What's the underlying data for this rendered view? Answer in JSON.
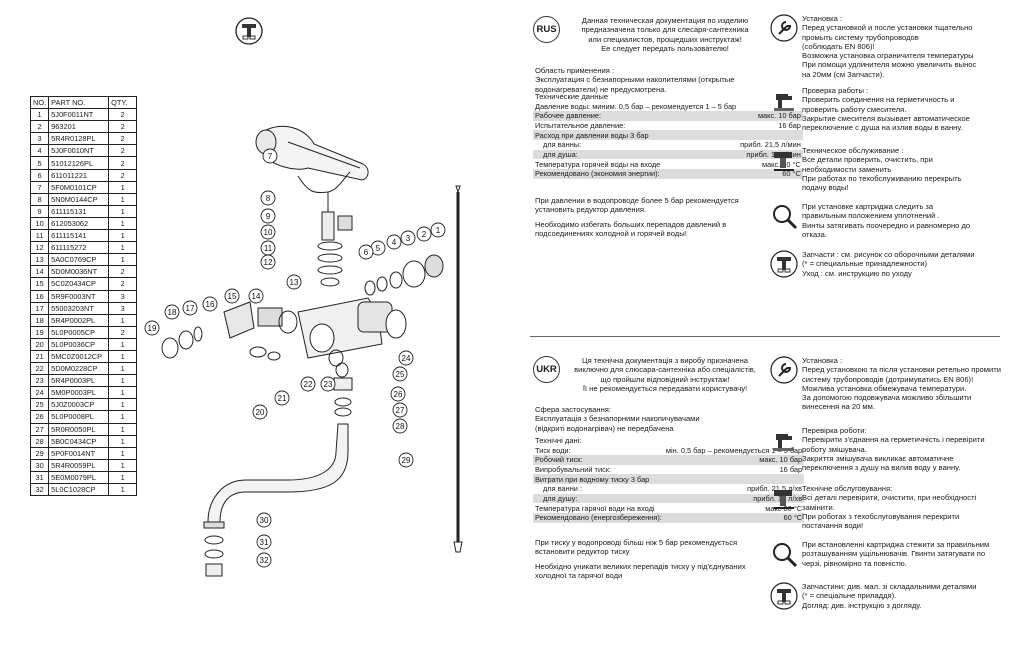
{
  "parts_table": {
    "headers": [
      "NO.",
      "PART NO.",
      "QTY."
    ],
    "rows": [
      [
        "1",
        "5J0F0011NT",
        "2"
      ],
      [
        "2",
        "963201",
        "2"
      ],
      [
        "3",
        "5R4R0128PL",
        "2"
      ],
      [
        "4",
        "5J0F0010NT",
        "2"
      ],
      [
        "5",
        "51012126PL",
        "2"
      ],
      [
        "6",
        "611011221",
        "2"
      ],
      [
        "7",
        "5F0M0101CP",
        "1"
      ],
      [
        "8",
        "5N0M0144CP",
        "1"
      ],
      [
        "9",
        "611115131",
        "1"
      ],
      [
        "10",
        "612053062",
        "1"
      ],
      [
        "11",
        "611115141",
        "1"
      ],
      [
        "12",
        "611115272",
        "1"
      ],
      [
        "13",
        "5A0C0769CP",
        "1"
      ],
      [
        "14",
        "5D0M0036NT",
        "2"
      ],
      [
        "15",
        "5C0Z0434CP",
        "2"
      ],
      [
        "16",
        "5R9F0003NT",
        "3"
      ],
      [
        "17",
        "55003203NT",
        "3"
      ],
      [
        "18",
        "5R4P0002PL",
        "1"
      ],
      [
        "19",
        "5L0P0005CP",
        "2"
      ],
      [
        "20",
        "5L0P0036CP",
        "1"
      ],
      [
        "21",
        "5MC0Z0012CP",
        "1"
      ],
      [
        "22",
        "5D0M0228CP",
        "1"
      ],
      [
        "23",
        "5R4P0003PL",
        "1"
      ],
      [
        "24",
        "5M0P0003PL",
        "1"
      ],
      [
        "25",
        "5J0Z0003CP",
        "1"
      ],
      [
        "26",
        "5L0P0008PL",
        "1"
      ],
      [
        "27",
        "5R0R0050PL",
        "1"
      ],
      [
        "28",
        "5B0C0434CP",
        "1"
      ],
      [
        "29",
        "5P0F0014NT",
        "1"
      ],
      [
        "30",
        "5R4R0059PL",
        "1"
      ],
      [
        "31",
        "5E0M0079PL",
        "1"
      ],
      [
        "32",
        "5L0C1028CP",
        "1"
      ]
    ]
  },
  "diagram_labels": [
    "1",
    "2",
    "3",
    "4",
    "5",
    "6",
    "7",
    "8",
    "9",
    "10",
    "11",
    "12",
    "13",
    "14",
    "15",
    "16",
    "17",
    "18",
    "19",
    "20",
    "21",
    "22",
    "23",
    "24",
    "25",
    "26",
    "27",
    "28",
    "29",
    "30",
    "31",
    "32"
  ],
  "rus": {
    "code": "RUS",
    "intro": [
      "Данная техническая документация по изделию",
      "предназначена только для слесаря-сантехника",
      "или специалистов, прощедших инструктаж!",
      "Ее следует передать пользователю!"
    ],
    "scope_title": "Область  применения :",
    "scope": [
      "Эксплуатация с безнапорными накопителями (открытые",
      "водонагреватели) не предусмотрена."
    ],
    "tech_title": "Технические  данные",
    "tech_rows": [
      [
        "Давление воды:   миним. 0,5 бар – рекомендуется 1 – 5 бар",
        ""
      ],
      [
        "Рабочее давление:",
        "макс. 10 бар"
      ],
      [
        "Испытательное давление:",
        "16 бар"
      ],
      [
        "Расход при давлении воды 3 бар",
        ""
      ],
      [
        "для ванны:",
        "прибл. 21,5 л/мин"
      ],
      [
        "для душа:",
        "прибл. 18 л/мин"
      ],
      [
        "Температура горячей воды на входе",
        "макс. 80 °C"
      ],
      [
        "Рекомендовано (экономия энергии):",
        "60 °C"
      ]
    ],
    "note1": [
      "При давлении в водопроводе более 5 бар рекомендуется",
      "установить редуктор давления."
    ],
    "note2": [
      "Необходимо избегать больших перепадов давлений в",
      "подсоединениях холодной и горячей воды!"
    ],
    "sections": [
      {
        "icon": "wrench-icon",
        "lines": [
          "Установка :",
          "Перед установкой и после установки тщательно",
          "промыть систему трубопроводов",
          "(соблюдать EN 806)!",
          "Возможна установка ограничителя температуры",
          "При помощи удлинителя можно увеличить вынос",
          "на 20мм (см Запчасти)."
        ]
      },
      {
        "icon": "faucet-icon",
        "lines": [
          "Проверка  работы :",
          "Проверить соединения на герметичность и",
          "проверить работу смесителя.",
          "Закрытие смесителя вызывает автоматическое",
          "переключение с душа на излив воды в ванну."
        ]
      },
      {
        "icon": "maintenance-icon",
        "lines": [
          "Техническое обслуживание :",
          "Все детали проверить, очистить, при",
          "необходимости заменить",
          "При работах по техобслуживанию перекрыть",
          "подачу воды!"
        ]
      },
      {
        "icon": "magnifier-icon",
        "lines": [
          "При установке  картриджа  следить  за",
          "правильным  положением  уплотнений .",
          "Винты затягивать поочередно и равномерно до",
          "отказа."
        ]
      },
      {
        "icon": "spare-parts-icon",
        "lines": [
          "Запчасти : см. рисунок со оборочными деталями",
          "(* = специальные принадлежности)",
          "Уход : см. инструкцию по уходу"
        ]
      }
    ]
  },
  "ukr": {
    "code": "UKR",
    "intro": [
      "Ця технічна документація з виробу призначена",
      "виключно для слюсара-сантехніка або спеціалістів,",
      "що пройшли відповідний інструктаж!",
      "Її не рекомендується передавати користувачу!"
    ],
    "scope_title": "Сфера застосування:",
    "scope": [
      "Експлуатація з безнапорними накопичувачами",
      "(відкриті водонагрівач) не передбачена"
    ],
    "tech_title": "Технічні дані:",
    "tech_rows": [
      [
        "Тиск води:",
        "мін. 0,5 бар – рекомендується 1 – 5 бар"
      ],
      [
        "Робочий тиск:",
        "макс. 10 бар"
      ],
      [
        "Випробувальний тиск:",
        "16 бар"
      ],
      [
        "Витрати при водному тиску  3 бар",
        ""
      ],
      [
        "для ванни :",
        "прибл. 21,5 л/хв"
      ],
      [
        "для душу:",
        "прибл. 18 л/хв"
      ],
      [
        "Температура гарячої  води на вході",
        "макс 80 °C"
      ],
      [
        "Рекомендовано (енергозбереження):",
        "60 °C"
      ]
    ],
    "note1": [
      "При тиску у водопроводі більш ніж 5 бар рекомендується",
      "встановити редуктор тиску"
    ],
    "note2": [
      "Необхідно уникати великих перепадів тиску у під'єднуваних",
      "холодної та гарячої води"
    ],
    "sections": [
      {
        "icon": "wrench-icon",
        "lines": [
          "Установка :",
          "Перед установкою та після установки ретельно промити",
          "систему трубопроводів (дотримуватись EN 806)!",
          "Можлива установка обмежувача температури.",
          "За допомогою подовжувача можливо збільшити",
          "винесення на 20 мм."
        ]
      },
      {
        "icon": "faucet-icon",
        "lines": [
          "Перевірка роботи:",
          "Перевірити з'єднання на герметичність і перевірити",
          "роботу змішувача.",
          "Закриття змішувача викликає автоматичне",
          "переключення з душу на вилив воду у ванну."
        ]
      },
      {
        "icon": "maintenance-icon",
        "lines": [
          "Технічне обслуговування:",
          "Всі деталі перевірити, очистити, при необхідності",
          "замінити.",
          "При роботах з техобслуговування перекрити",
          "постачання води!"
        ]
      },
      {
        "icon": "magnifier-icon",
        "lines": [
          "При встановленні картриджа стежити за правильним",
          "розташуванням ущільнювачів. Гвинти затягувати по",
          "черзі, рівномірно та повністю."
        ]
      },
      {
        "icon": "spare-parts-icon",
        "lines": [
          "Запчастини: див. мал. зі складальними деталями",
          "(* = спеціальне приладдя).",
          "Догляд: див. інструкцію з догляду."
        ]
      }
    ]
  }
}
